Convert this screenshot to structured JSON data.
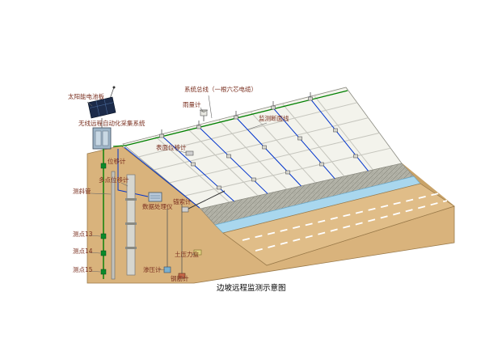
{
  "caption": "边坡远程监测示意图",
  "labels": {
    "solar_panel": "太阳能电池板",
    "system_bus": "系统总线（一根六芯电缆）",
    "rain_gauge": "雨量计",
    "monitor_section": "监测断面线",
    "wireless_system": "无线远程自动化采集系统",
    "surface_disp": "表面位移计",
    "disp_meter": "位移计",
    "multi_disp": "多点位移计",
    "inclinometer": "测斜管",
    "data_processor": "数据处理仪",
    "anchor_meter": "锚索计",
    "point13": "测点13",
    "point14": "测点14",
    "point15": "测点15",
    "earth_pressure": "土压力盒",
    "piezometer": "渗压计",
    "rebar_meter": "钢筋计"
  },
  "colors": {
    "soil": "#d9b37c",
    "soil_dark": "#c9a368",
    "road": "#e0bd88",
    "slope_face": "#f3f3ec",
    "grid_line": "#c5c5bd",
    "riprap": "#b3b3a8",
    "water": "#a9d7ee",
    "cable_green": "#008000",
    "cable_blue": "#0033cc",
    "label_text": "#7a2f1f",
    "caption_text": "#000000",
    "panel_dark": "#1c2b4a"
  }
}
